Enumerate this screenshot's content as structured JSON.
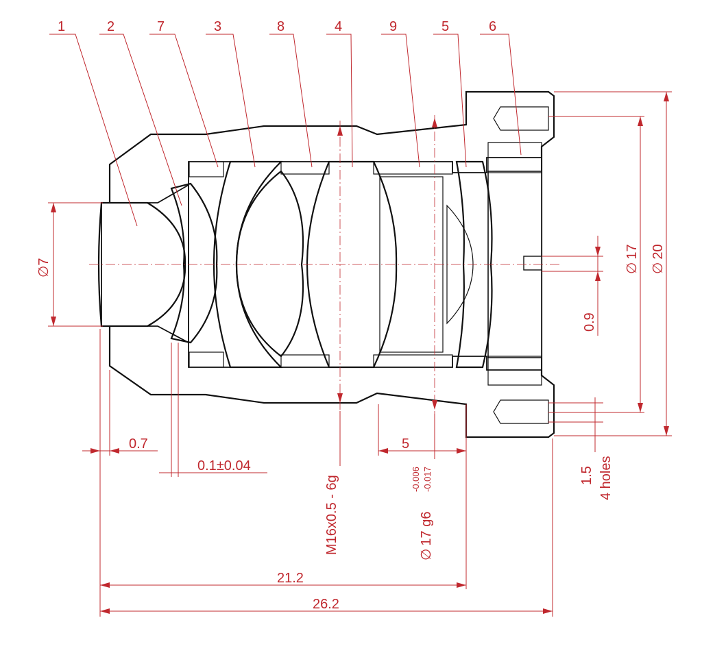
{
  "part_numbers": [
    "1",
    "2",
    "7",
    "3",
    "8",
    "4",
    "9",
    "5",
    "6"
  ],
  "dimensions": {
    "d7": "7",
    "d17": "17",
    "d20": "20",
    "gap_0_9": "0.9",
    "d0_7": "0.7",
    "tol_gap": "0.1",
    "tol_gap_pm": "±0.04",
    "d5": "5",
    "thread": "M16x0.5 - 6g",
    "fit": "17 g6",
    "fit_upper": "-0.006",
    "fit_lower": "-0.017",
    "holes_size": "1.5",
    "holes_count": "4 holes",
    "len_21_2": "21.2",
    "len_26_2": "26.2"
  },
  "diameter_symbol": "∅",
  "colors": {
    "dimension": "#c0282e",
    "outline": "#111111",
    "lens_dot": "#555555"
  }
}
